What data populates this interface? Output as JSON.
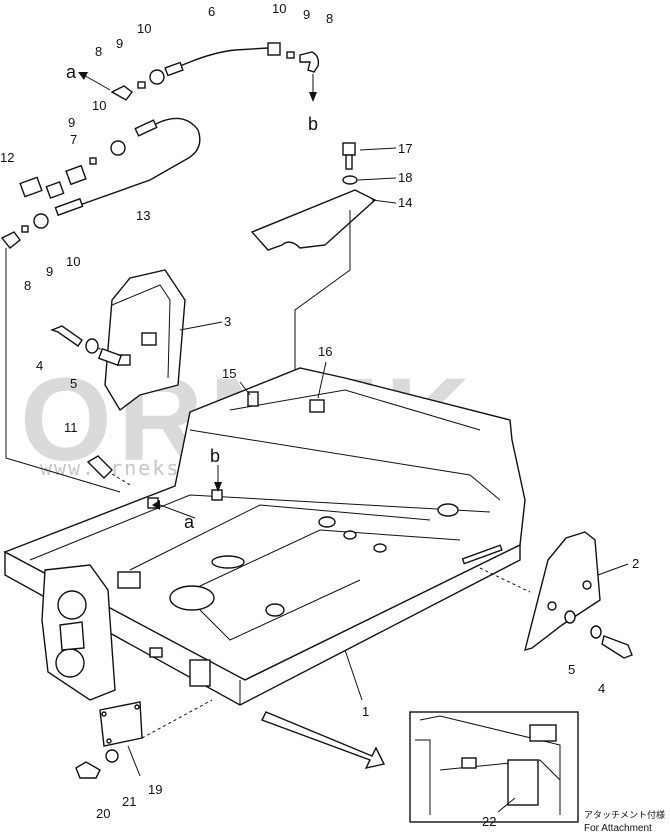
{
  "watermark": {
    "brand": "ORNEK",
    "url": "www.orneksmakinalari.com.tr"
  },
  "labels": {
    "p1": "1",
    "p2": "2",
    "p3": "3",
    "p4a": "4",
    "p4b": "4",
    "p5a": "5",
    "p5b": "5",
    "p6": "6",
    "p7": "7",
    "p8a": "8",
    "p8b": "8",
    "p8c": "8",
    "p9a": "9",
    "p9b": "9",
    "p9c": "9",
    "p9d": "9",
    "p10a": "10",
    "p10b": "10",
    "p10c": "10",
    "p10d": "10",
    "p11": "11",
    "p12": "12",
    "p13": "13",
    "p14": "14",
    "p15": "15",
    "p16": "16",
    "p17": "17",
    "p18": "18",
    "p19": "19",
    "p20": "20",
    "p21": "21",
    "p22": "22",
    "ref_a1": "a",
    "ref_a2": "a",
    "ref_b1": "b",
    "ref_b2": "b"
  },
  "inset": {
    "note_jp": "アタッチメント付様",
    "note_en": "For Attachment"
  }
}
